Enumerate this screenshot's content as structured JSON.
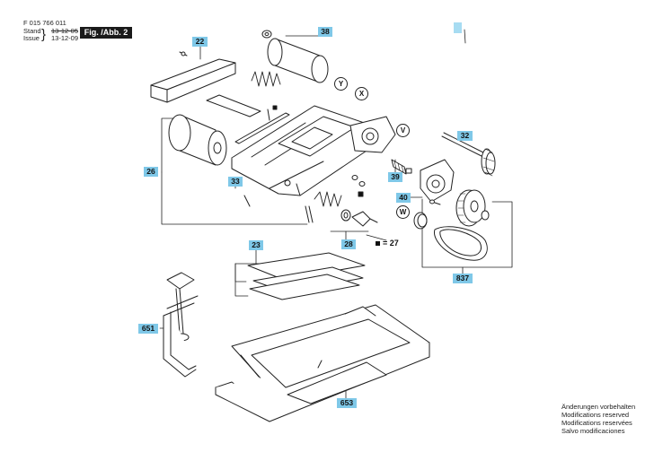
{
  "header": {
    "doc_number": "F 015 766 011",
    "stand_label": "Stand",
    "stand_date": "13-12-05",
    "issue_label": "Issue",
    "issue_date": "13-12-09",
    "figure_label": "Fig. /Abb. 2"
  },
  "callouts": {
    "c22": "22",
    "c38": "38",
    "c26": "26",
    "c33": "33",
    "c32": "32",
    "c39": "39",
    "c40": "40",
    "c23": "23",
    "c28": "28",
    "c837": "837",
    "c651": "651",
    "c653": "653"
  },
  "view_letters": {
    "y": "Y",
    "x": "X",
    "v": "V",
    "w": "W"
  },
  "legend": {
    "text": "= 27"
  },
  "modifications": [
    "Änderungen vorbehalten",
    "Modifications reserved",
    "Modifications reservées",
    "Salvo modificaciones"
  ],
  "colors": {
    "callout_bg": "#7fc8e8",
    "line": "#222222",
    "badge_bg": "#1a1a1a"
  }
}
